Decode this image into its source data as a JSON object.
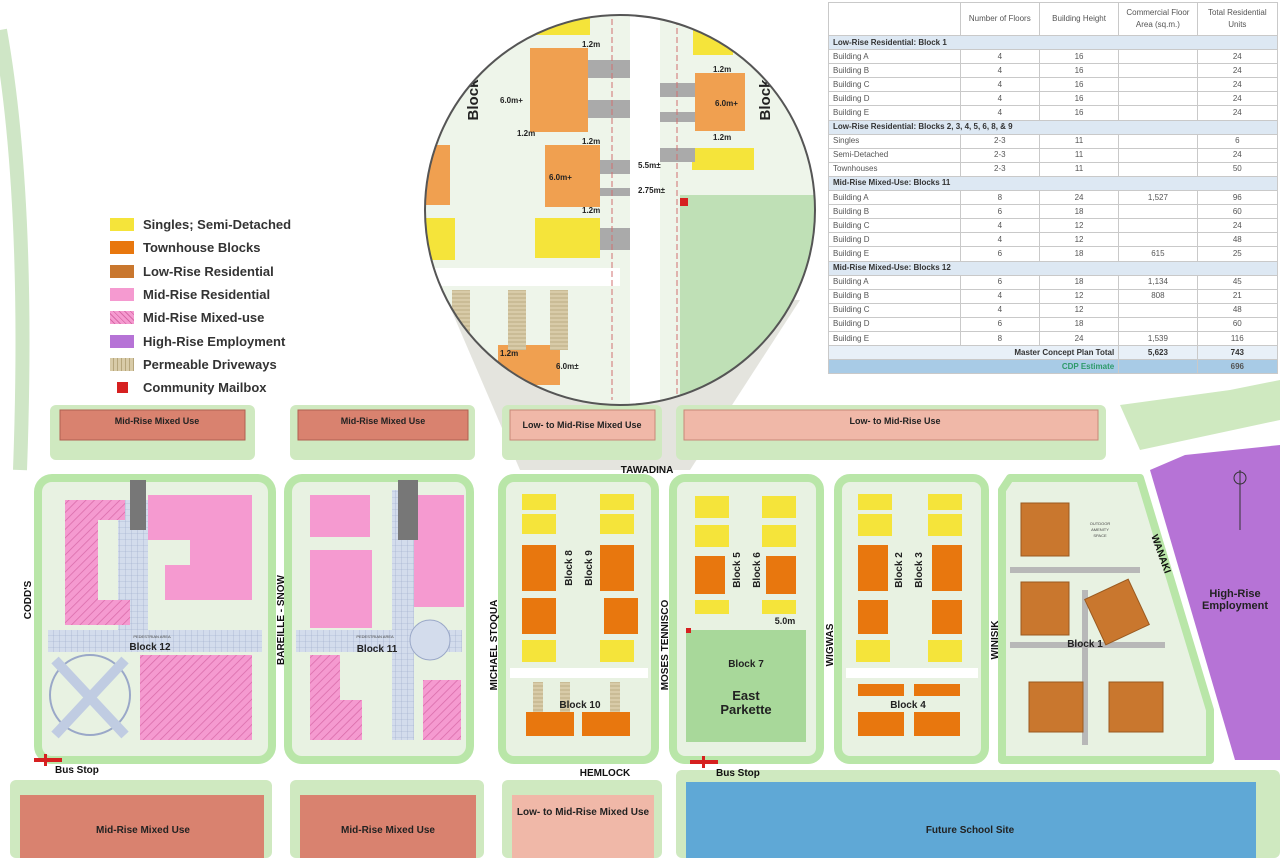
{
  "legend": [
    {
      "label": "Singles; Semi-Detached",
      "color": "#f5e43a",
      "pattern": "solid"
    },
    {
      "label": "Townhouse Blocks",
      "color": "#e8770e",
      "pattern": "solid"
    },
    {
      "label": "Low-Rise Residential",
      "color": "#c9772e",
      "pattern": "solid"
    },
    {
      "label": "Mid-Rise Residential",
      "color": "#f59ad0",
      "pattern": "solid"
    },
    {
      "label": "Mid-Rise Mixed-use",
      "color": "#f59ad0",
      "pattern": "hatched"
    },
    {
      "label": "High-Rise Employment",
      "color": "#b673d6",
      "pattern": "solid"
    },
    {
      "label": "Permeable Driveways",
      "color": "#c8b88f",
      "pattern": "striped"
    },
    {
      "label": "Community Mailbox",
      "color": "#d62020",
      "pattern": "mailbox-icon"
    }
  ],
  "table": {
    "headers": [
      "",
      "Number of Floors",
      "Building Height",
      "Commercial Floor Area (sq.m.)",
      "Total Residential Units"
    ],
    "sections": [
      {
        "title": "Low-Rise Residential: Block 1",
        "rows": [
          [
            "Building A",
            "4",
            "16",
            "",
            "24"
          ],
          [
            "Building B",
            "4",
            "16",
            "",
            "24"
          ],
          [
            "Building C",
            "4",
            "16",
            "",
            "24"
          ],
          [
            "Building D",
            "4",
            "16",
            "",
            "24"
          ],
          [
            "Building E",
            "4",
            "16",
            "",
            "24"
          ]
        ]
      },
      {
        "title": "Low-Rise Residential: Blocks 2, 3, 4, 5, 6, 8, & 9",
        "rows": [
          [
            "Singles",
            "2-3",
            "11",
            "",
            "6"
          ],
          [
            "Semi-Detached",
            "2-3",
            "11",
            "",
            "24"
          ],
          [
            "Townhouses",
            "2-3",
            "11",
            "",
            "50"
          ]
        ]
      },
      {
        "title": "Mid-Rise Mixed-Use: Blocks 11",
        "rows": [
          [
            "Building A",
            "8",
            "24",
            "1,527",
            "96"
          ],
          [
            "Building B",
            "6",
            "18",
            "",
            "60"
          ],
          [
            "Building C",
            "4",
            "12",
            "",
            "24"
          ],
          [
            "Building D",
            "4",
            "12",
            "",
            "48"
          ],
          [
            "Building E",
            "6",
            "18",
            "615",
            "25"
          ]
        ]
      },
      {
        "title": "Mid-Rise Mixed-Use: Blocks 12",
        "rows": [
          [
            "Building A",
            "6",
            "18",
            "1,134",
            "45"
          ],
          [
            "Building B",
            "4",
            "12",
            "808",
            "21"
          ],
          [
            "Building C",
            "4",
            "12",
            "",
            "48"
          ],
          [
            "Building D",
            "6",
            "18",
            "",
            "60"
          ],
          [
            "Building E",
            "8",
            "24",
            "1,539",
            "116"
          ]
        ]
      }
    ],
    "total": {
      "label": "Master Concept Plan Total",
      "commercial": "5,623",
      "units": "743"
    },
    "cdp": {
      "label": "CDP Estimate",
      "units": "696"
    }
  },
  "map": {
    "top_strips": [
      "Mid-Rise Mixed Use",
      "Mid-Rise Mixed Use",
      "Low- to Mid-Rise Mixed Use",
      "Low- to Mid-Rise Use"
    ],
    "bottom_strips": [
      "Mid-Rise Mixed Use",
      "Mid-Rise Mixed Use",
      "Low- to Mid-Rise Mixed Use",
      "Future School Site"
    ],
    "streets": {
      "codds": "CODD'S",
      "bareille": "BAREILLE - SNOW",
      "michael": "MICHAEL STOQUA",
      "moses": "MOSES TENNISCO",
      "wigwas": "WIGWAS",
      "winisik": "WINISIK",
      "wanaki": "WANAKI",
      "tawadina": "TAWADINA",
      "hemlock": "HEMLOCK"
    },
    "bus_stop": "Bus Stop",
    "blocks": {
      "b1": "Block 1",
      "b2": "Block 2",
      "b3": "Block 3",
      "b4": "Block 4",
      "b5": "Block 5",
      "b6": "Block 6",
      "b7": "Block 7",
      "b8": "Block 8",
      "b9": "Block 9",
      "b10": "Block 10",
      "b11": "Block 11",
      "b12": "Block 12"
    },
    "east_parkette": [
      "East",
      "Parkette"
    ],
    "high_rise": [
      "High-Rise",
      "Employment"
    ],
    "dim_5m": "5.0m",
    "pedestrian_area": "PEDESTRIAN AREA",
    "amenity": [
      "OUTDOOR",
      "AMENITY",
      "SPACE"
    ],
    "magnifier": {
      "block_label": "Block",
      "dims": [
        "1.2m",
        "6.0m+",
        "1.2m",
        "1.2m",
        "6.0m+",
        "1.2m",
        "5.5m±",
        "2.75m±",
        "1.2m",
        "6.0m+",
        "1.2m",
        "1.2m",
        "6.0m±"
      ]
    }
  },
  "colors": {
    "green_buffer": "#b9e6a8",
    "park": "#a8d89a",
    "school": "#5fa8d6",
    "mixed_use_strip": "#d9826f",
    "low_mid_strip": "#f0b8a8",
    "ground": "#e8f2e2",
    "road": "#ffffff"
  }
}
